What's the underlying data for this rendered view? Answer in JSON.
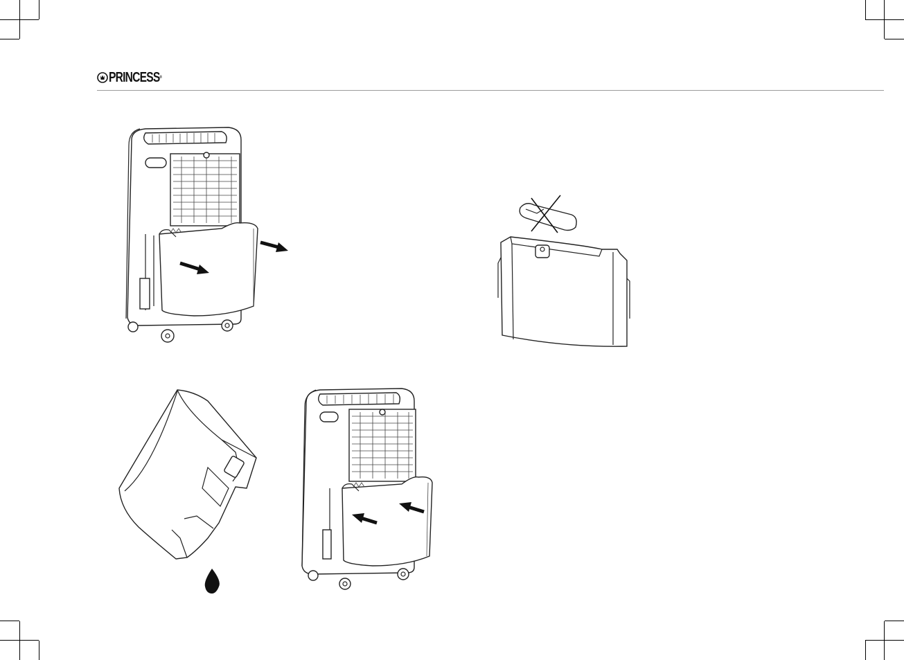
{
  "brand": {
    "name": "PRINCESS",
    "registered": "®"
  },
  "figures": [
    {
      "id": "remove-tank",
      "icon": "dehumidifier-tank-out-icon"
    },
    {
      "id": "no-float-removal",
      "icon": "tank-float-crossed-icon"
    },
    {
      "id": "empty-tank",
      "icon": "tank-pour-water-icon"
    },
    {
      "id": "insert-tank",
      "icon": "dehumidifier-tank-in-icon"
    }
  ]
}
